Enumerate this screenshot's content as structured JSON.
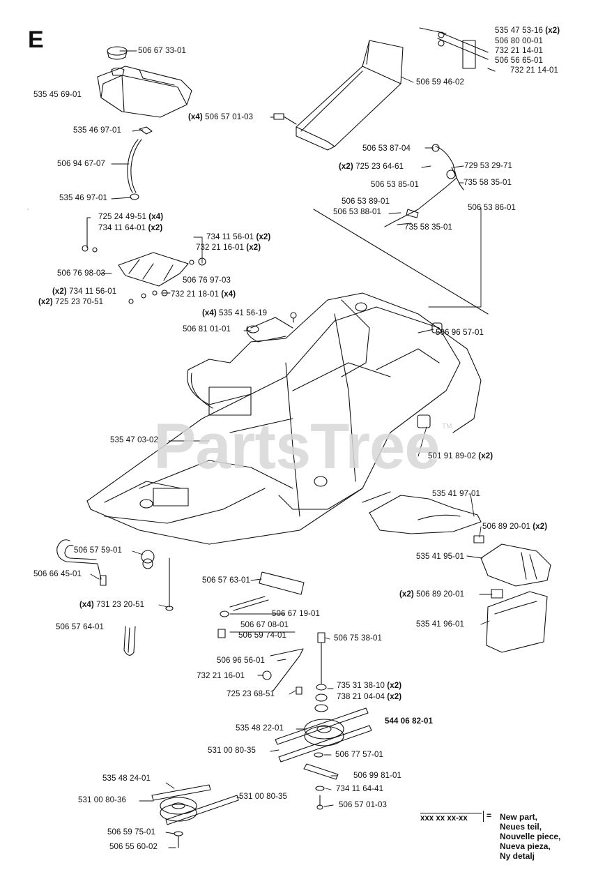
{
  "section_letter": "E",
  "watermark": "PartsTree",
  "watermark_tm": "TM",
  "labels": [
    {
      "id": "l01",
      "part": "506 67 33-01",
      "qty": ""
    },
    {
      "id": "l02",
      "part": "535 45 69-01",
      "qty": ""
    },
    {
      "id": "l03",
      "part": "535 46 97-01",
      "qty": ""
    },
    {
      "id": "l04",
      "part": "506 94 67-07",
      "qty": ""
    },
    {
      "id": "l05",
      "part": "535 46 97-01",
      "qty": ""
    },
    {
      "id": "l06",
      "part": "725 24 49-51",
      "qty": "(x4)"
    },
    {
      "id": "l07",
      "part": "734 11 64-01",
      "qty": "(x2)"
    },
    {
      "id": "l08",
      "part": "734 11 56-01",
      "qty": "(x2)"
    },
    {
      "id": "l09",
      "part": "732 21 16-01",
      "qty": "(x2)"
    },
    {
      "id": "l10",
      "part": "506 76 98-03",
      "qty": ""
    },
    {
      "id": "l11",
      "part": "506 76 97-03",
      "qty": ""
    },
    {
      "id": "l12",
      "part": "734 11 56-01",
      "qty": "(x2)",
      "qty_first": true
    },
    {
      "id": "l13",
      "part": "732 21 18-01",
      "qty": "(x4)"
    },
    {
      "id": "l14",
      "part": "725 23 70-51",
      "qty": "(x2)",
      "qty_first": true
    },
    {
      "id": "l15",
      "part": "535 41 56-19",
      "qty": "(x4)",
      "qty_first": true
    },
    {
      "id": "l16",
      "part": "506 81 01-01",
      "qty": ""
    },
    {
      "id": "l17",
      "part": "506 96 57-01",
      "qty": ""
    },
    {
      "id": "l18",
      "part": "506 57 01-03",
      "qty": "(x4)",
      "qty_first": true
    },
    {
      "id": "l19",
      "part": "535 47 53-16",
      "qty": "(x2)"
    },
    {
      "id": "l20",
      "part": "506 80 00-01",
      "qty": ""
    },
    {
      "id": "l21",
      "part": "732 21 14-01",
      "qty": ""
    },
    {
      "id": "l22",
      "part": "506 56 65-01",
      "qty": ""
    },
    {
      "id": "l23",
      "part": "732 21 14-01",
      "qty": ""
    },
    {
      "id": "l24",
      "part": "506 59 46-02",
      "qty": ""
    },
    {
      "id": "l25",
      "part": "506 53 87-04",
      "qty": ""
    },
    {
      "id": "l26",
      "part": "725 23 64-61",
      "qty": "(x2)",
      "qty_first": true
    },
    {
      "id": "l27",
      "part": "729 53 29-71",
      "qty": ""
    },
    {
      "id": "l28",
      "part": "506 53 85-01",
      "qty": ""
    },
    {
      "id": "l29",
      "part": "735 58 35-01",
      "qty": ""
    },
    {
      "id": "l30",
      "part": "506 53 89-01",
      "qty": ""
    },
    {
      "id": "l31",
      "part": "506 53 88-01",
      "qty": ""
    },
    {
      "id": "l32",
      "part": "506 53 86-01",
      "qty": ""
    },
    {
      "id": "l33",
      "part": "735 58 35-01",
      "qty": ""
    },
    {
      "id": "l34",
      "part": "535 47 03-02",
      "qty": ""
    },
    {
      "id": "l35",
      "part": "501 91 89-02",
      "qty": "(x2)"
    },
    {
      "id": "l36",
      "part": "535 41 97-01",
      "qty": ""
    },
    {
      "id": "l37",
      "part": "506 89 20-01",
      "qty": "(x2)"
    },
    {
      "id": "l38",
      "part": "535 41 95-01",
      "qty": ""
    },
    {
      "id": "l39",
      "part": "506 89 20-01",
      "qty": "(x2)",
      "qty_first": true
    },
    {
      "id": "l40",
      "part": "535 41 96-01",
      "qty": ""
    },
    {
      "id": "l41",
      "part": "506 57 59-01",
      "qty": ""
    },
    {
      "id": "l42",
      "part": "506 66 45-01",
      "qty": ""
    },
    {
      "id": "l43",
      "part": "731 23 20-51",
      "qty": "(x4)",
      "qty_first": true
    },
    {
      "id": "l44",
      "part": "506 57 64-01",
      "qty": ""
    },
    {
      "id": "l45",
      "part": "506 57 63-01",
      "qty": ""
    },
    {
      "id": "l46",
      "part": "506 67 19-01",
      "qty": ""
    },
    {
      "id": "l47",
      "part": "506 67 08-01",
      "qty": ""
    },
    {
      "id": "l48",
      "part": "506 59 74-01",
      "qty": ""
    },
    {
      "id": "l49",
      "part": "506 75 38-01",
      "qty": ""
    },
    {
      "id": "l50",
      "part": "506 96 56-01",
      "qty": ""
    },
    {
      "id": "l51",
      "part": "732 21 16-01",
      "qty": ""
    },
    {
      "id": "l52",
      "part": "725 23 68-51",
      "qty": ""
    },
    {
      "id": "l53",
      "part": "735 31 38-10",
      "qty": "(x2)"
    },
    {
      "id": "l54",
      "part": "738 21 04-04",
      "qty": "(x2)"
    },
    {
      "id": "l55",
      "part": "544 06 82-01",
      "qty": "",
      "bold": true
    },
    {
      "id": "l56",
      "part": "535 48 22-01",
      "qty": ""
    },
    {
      "id": "l57",
      "part": "531 00 80-35",
      "qty": ""
    },
    {
      "id": "l58",
      "part": "506 77 57-01",
      "qty": ""
    },
    {
      "id": "l59",
      "part": "506 99 81-01",
      "qty": ""
    },
    {
      "id": "l60",
      "part": "734 11 64-41",
      "qty": ""
    },
    {
      "id": "l61",
      "part": "506 57 01-03",
      "qty": ""
    },
    {
      "id": "l62",
      "part": "535 48 24-01",
      "qty": ""
    },
    {
      "id": "l63",
      "part": "531 00 80-36",
      "qty": ""
    },
    {
      "id": "l64",
      "part": "531 00 80-35",
      "qty": ""
    },
    {
      "id": "l65",
      "part": "506 59 75-01",
      "qty": ""
    },
    {
      "id": "l66",
      "part": "506 55 60-02",
      "qty": ""
    }
  ],
  "legend": {
    "code": "xxx xx xx-xx",
    "equals": "=",
    "items": [
      "New part,",
      "Neues teil,",
      "Nouvelle piece,",
      "Nueva pieza,",
      "Ny detalj"
    ]
  }
}
